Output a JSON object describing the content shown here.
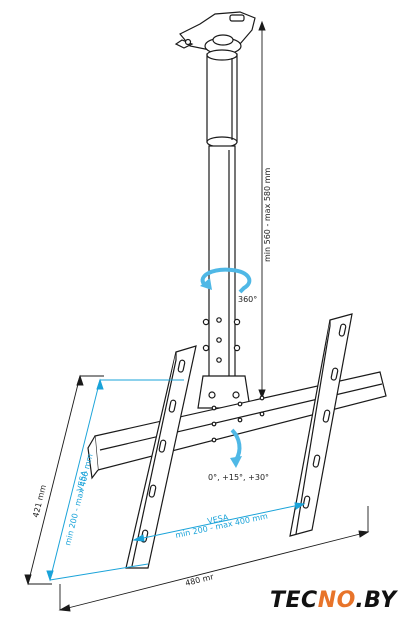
{
  "labels": {
    "height_range": "min 560 - max 580 mm",
    "rotation": "360°",
    "tilt": "0°, +15°, +30°",
    "height_overall": "421 mm",
    "width_overall": "480 mr",
    "vesa_vertical_title": "VESA",
    "vesa_vertical_range": "min 200 - max 400 mm",
    "vesa_horizontal_title": "VESA",
    "vesa_horizontal_range": "min 200 - max 400 mm"
  },
  "logo": {
    "text": "TECNO.BY",
    "accent_color": "#e8742a",
    "text_color": "#111111"
  },
  "colors": {
    "line": "#1a1a1a",
    "dimension_blue": "#1aa3d9",
    "rotation_arrow": "#4fb8e6"
  }
}
